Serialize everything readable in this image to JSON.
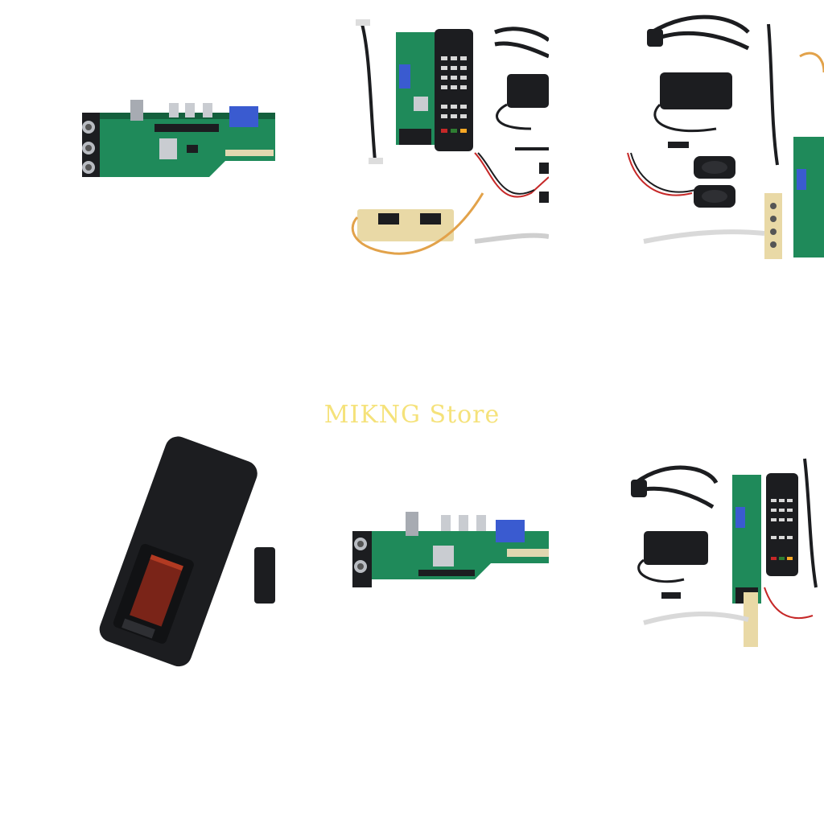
{
  "watermark": {
    "text": "MIKNG Store",
    "color": "#f5e27a"
  },
  "colors": {
    "pcb": "#1f8a5a",
    "pcb_dark": "#14603d",
    "vga_blue": "#3a5bd0",
    "black_part": "#1c1d20",
    "cable_red": "#c62828",
    "inverter_board": "#e9d9a6",
    "heatsink": "#c9ccd1"
  },
  "images": [
    {
      "name": "controller-board-front"
    },
    {
      "name": "full-kit-with-inverter"
    },
    {
      "name": "full-kit-with-speakers"
    },
    {
      "name": "remote-battery-compartment"
    },
    {
      "name": "controller-board-angle"
    },
    {
      "name": "full-kit-with-keypad"
    }
  ]
}
